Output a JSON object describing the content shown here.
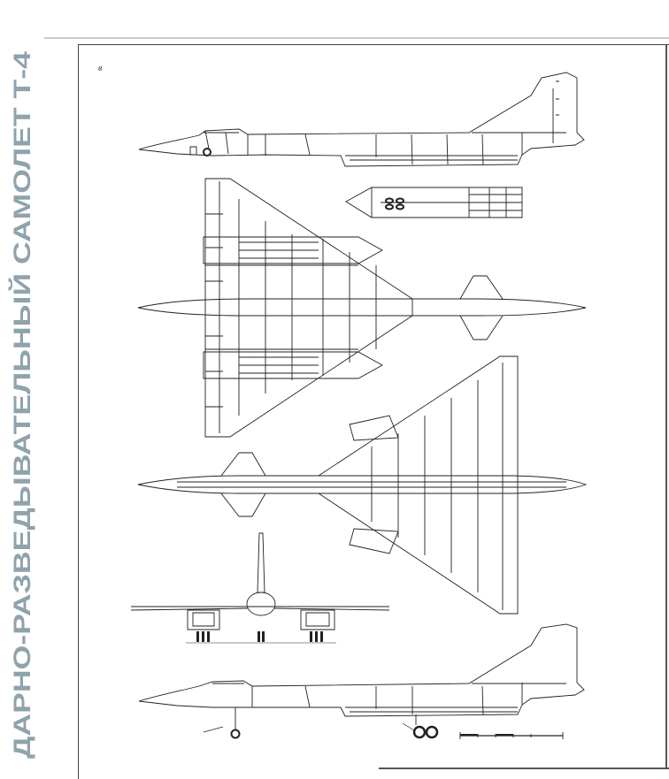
{
  "vertical_title": "ДАРНО-РАЗВЕДЫВАТЕЛЬНЫЙ САМОЛЕТ Т-4",
  "panel_letter": "в",
  "title_color": "#8fa3ad",
  "line_color": "#222222",
  "views": [
    "side-view-top",
    "bomb-pod-plan",
    "top-view",
    "bottom-view",
    "front-view",
    "side-view-bottom"
  ],
  "icon": "aircraft-three-view-drawing"
}
